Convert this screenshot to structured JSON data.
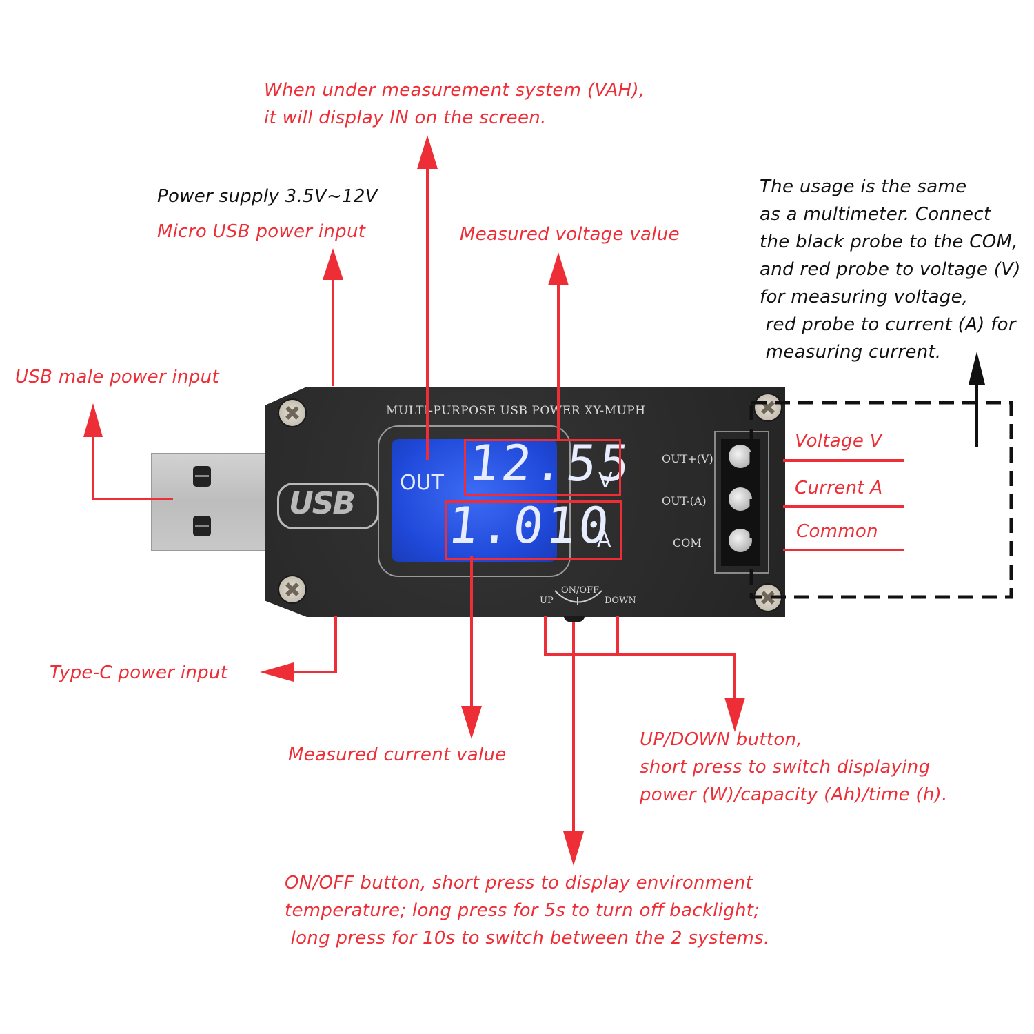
{
  "device": {
    "model_title": "MULTI-PURPOSE USB POWER XY-MUPH",
    "usb_logo": "USB",
    "lcd": {
      "mode_label": "OUT",
      "voltage_value": "12.55",
      "voltage_unit": "V",
      "current_value": "1.010",
      "current_unit": "A",
      "backlight_color": "#2a55e6"
    },
    "terminals": [
      {
        "label": "OUT+(V)"
      },
      {
        "label": "OUT-(A)"
      },
      {
        "label": "COM"
      }
    ],
    "buttons": {
      "up": "UP",
      "on_off": "ON/OFF",
      "down": "DOWN"
    }
  },
  "annotations": {
    "in_display": {
      "line1": "When under measurement system (VAH),",
      "line2": "it will display IN on the screen."
    },
    "power_supply": "Power supply 3.5V~12V",
    "micro_usb": "Micro USB power input",
    "measured_voltage": "Measured voltage value",
    "usb_male": "USB male power input",
    "type_c": "Type-C power input",
    "measured_current": "Measured current value",
    "multimeter_usage": {
      "lines": [
        "The usage is the same",
        "as a multimeter. Connect",
        "the black probe to the COM,",
        "and red probe to voltage (V)",
        "for measuring voltage,",
        " red probe to current (A) for",
        " measuring current."
      ]
    },
    "terminal_callouts": {
      "voltage": "Voltage V",
      "current": "Current A",
      "common": "Common"
    },
    "up_down": {
      "line1": "UP/DOWN button,",
      "line2": "short press to switch displaying",
      "line3": "power (W)/capacity (Ah)/time (h)."
    },
    "on_off": {
      "line1": "ON/OFF button, short press to display environment",
      "line2": "temperature; long press for 5s to turn off backlight;",
      "line3": " long press for 10s to switch between the 2 systems."
    }
  },
  "colors": {
    "annotation_red": "#ee2e36",
    "annotation_black": "#111111",
    "device_body": "#2a2a2a"
  }
}
